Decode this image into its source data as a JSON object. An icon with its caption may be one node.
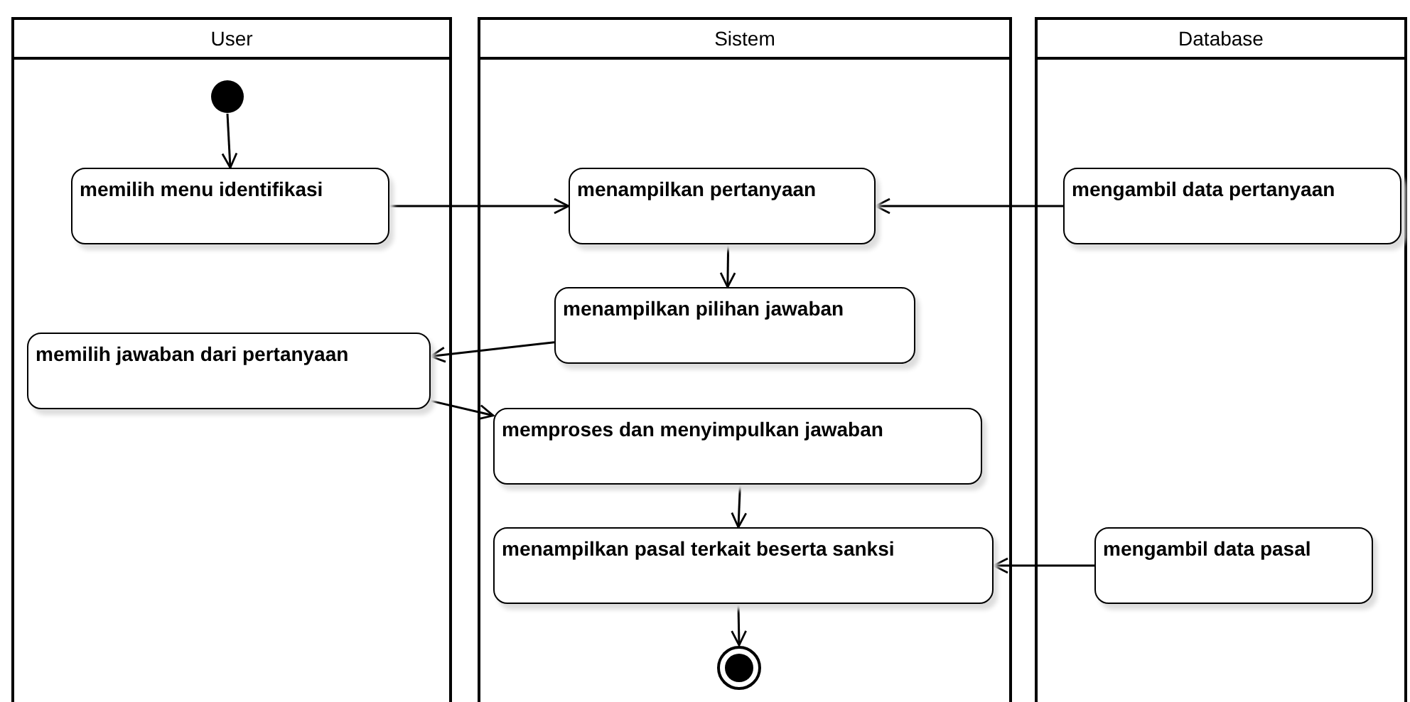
{
  "diagram": {
    "nodes": [
      {
        "text": [
          "User"
        ]
      },
      {
        "text": [
          "Sistem"
        ]
      },
      {
        "text": [
          "Database"
        ]
      },
      {
        "text": [],
        "shape": "circle",
        "in": 0
      },
      {
        "text": [
          "memilih menu identifikasi"
        ],
        "in": 0
      },
      {
        "text": [
          "menampilkan pertanyaan"
        ],
        "in": 1
      },
      {
        "text": [
          "mengambil data pertanyaan"
        ],
        "in": 2
      },
      {
        "text": [
          "menampilkan pilihan jawaban"
        ],
        "in": 1
      },
      {
        "text": [
          "memilih jawaban dari pertanyaan"
        ],
        "in": 0
      },
      {
        "text": [
          "memproses dan menyimpulkan jawaban"
        ],
        "in": 1
      },
      {
        "text": [
          "menampilkan pasal terkait beserta sanksi"
        ],
        "in": 1
      },
      {
        "text": [
          "mengambil data pasal"
        ],
        "in": 2
      },
      {
        "text": [],
        "shape": "bullseye",
        "in": 1
      }
    ],
    "edges": [
      {
        "from": 3,
        "to": 4,
        "arrow": "to"
      },
      {
        "from": 4,
        "to": 5,
        "arrow": "to"
      },
      {
        "from": 6,
        "to": 5,
        "arrow": "to"
      },
      {
        "from": 5,
        "to": 7,
        "arrow": "to"
      },
      {
        "from": 7,
        "to": 8,
        "arrow": "to"
      },
      {
        "from": 8,
        "to": 9,
        "arrow": "to"
      },
      {
        "from": 9,
        "to": 10,
        "arrow": "to"
      },
      {
        "from": 11,
        "to": 10,
        "arrow": "to"
      },
      {
        "from": 10,
        "to": 12,
        "arrow": "to"
      }
    ]
  }
}
